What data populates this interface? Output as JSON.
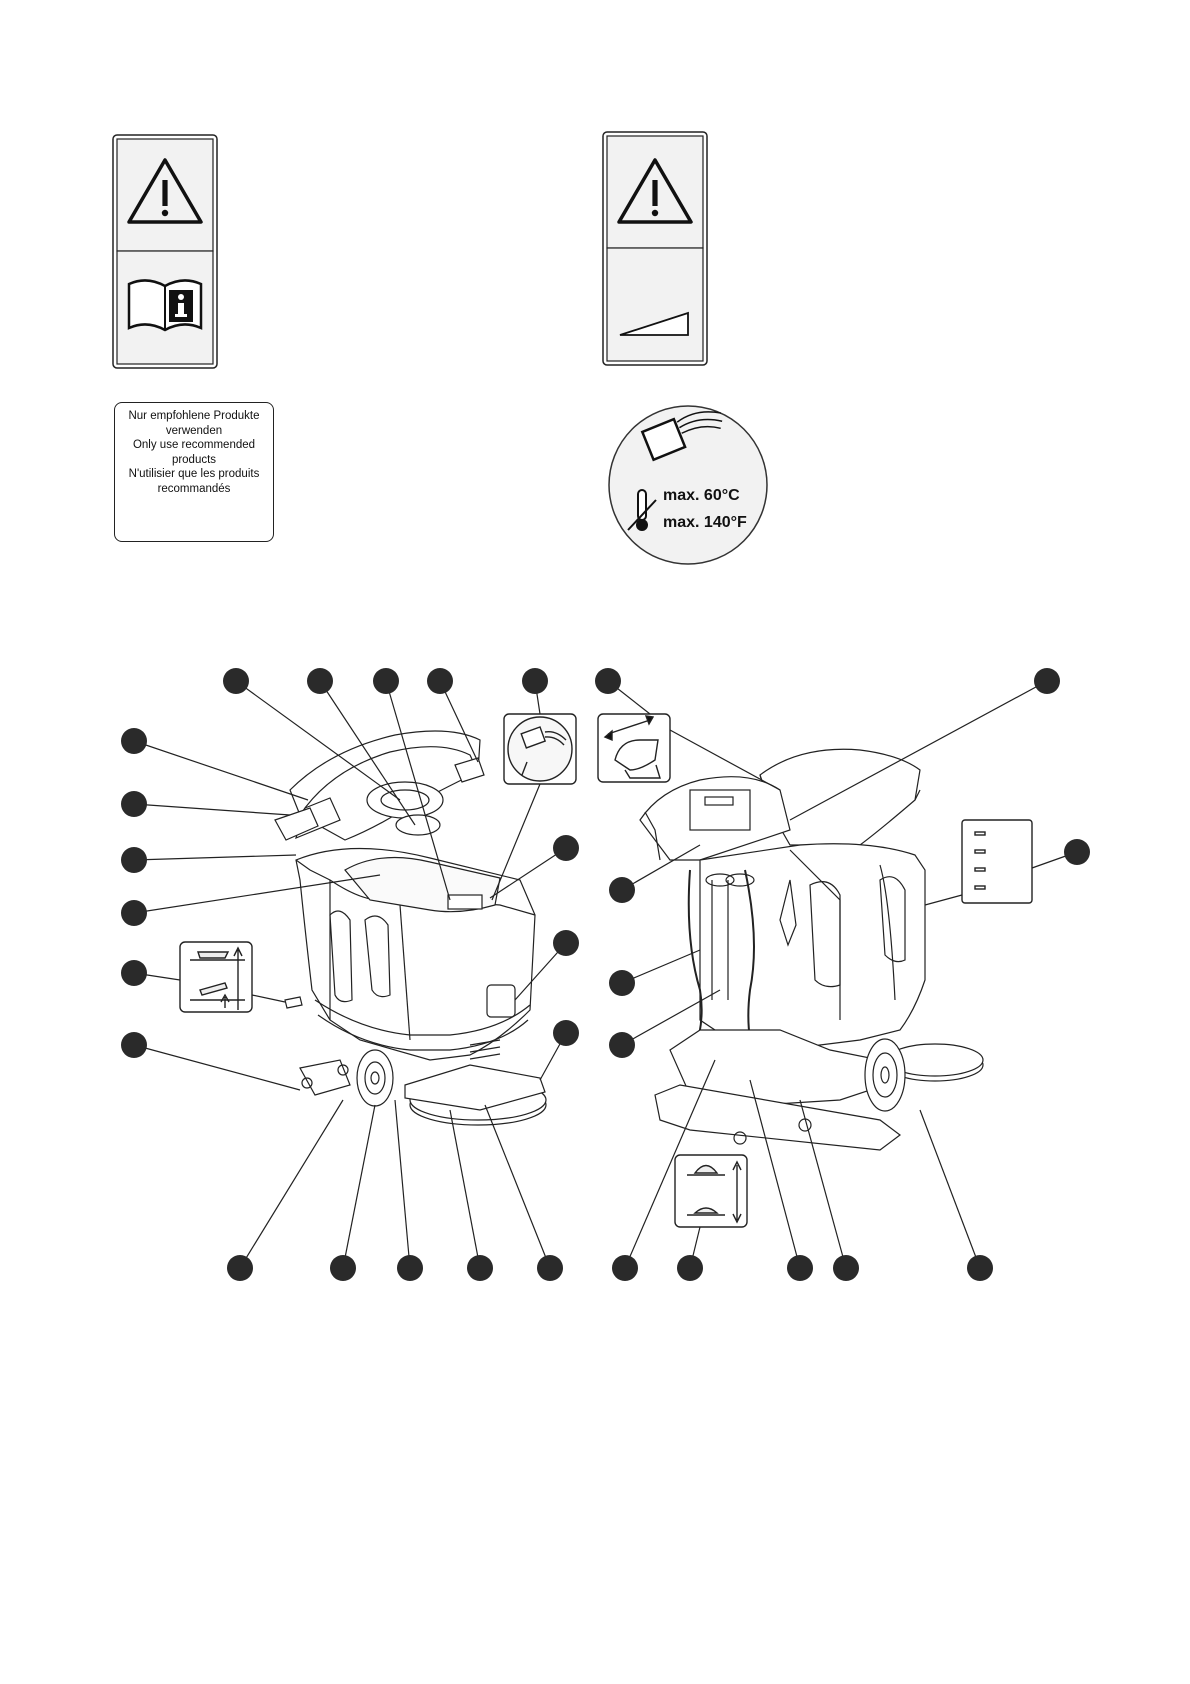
{
  "labels": {
    "recommended_products": {
      "lines": [
        "Nur empfohlene Produkte",
        "verwenden",
        "Only use recommended",
        "products",
        "N'utilisier que les produits",
        "recommandés"
      ]
    },
    "temperature": {
      "max_c": "max. 60°C",
      "max_f": "max. 140°F"
    }
  },
  "icons": {
    "warning_label_manual": [
      "warning-triangle-icon",
      "read-manual-icon"
    ],
    "warning_label_slope": [
      "warning-triangle-icon",
      "slope-icon"
    ],
    "temperature_label": [
      "pouring-container-icon",
      "thermometer-icon"
    ],
    "diagram_callout_icons": [
      "pouring-container-icon",
      "squeegee-lift-icon",
      "brush-deck-lift-icon",
      "pad-pressure-icon",
      "control-panel-icon"
    ]
  },
  "colors": {
    "ink": "#111111",
    "label_fill": "#f2f2f2",
    "callout_dot": "#2a2a2a"
  }
}
